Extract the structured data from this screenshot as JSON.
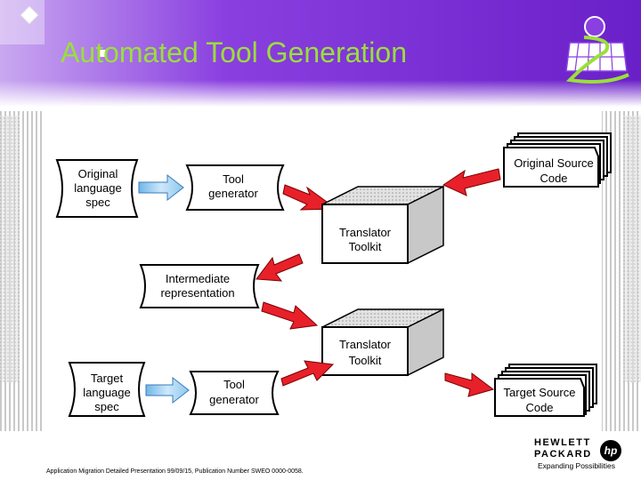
{
  "slide": {
    "title": "Automated Tool Generation",
    "footer": "Application Migration Detailed Presentation 99/09/15, Publication Number SWEO 0000-0058.",
    "logo_text_1": "HEWLETT",
    "logo_text_2": "PACKARD",
    "logo_tagline": "Expanding Possibilities",
    "logo_icon": "hp-logo-icon",
    "corner_icon": "globe-grid-icon"
  },
  "diagram": {
    "original_spec": [
      "Original",
      "language",
      "spec"
    ],
    "tool_gen_top": [
      "Tool",
      "generator"
    ],
    "orig_source": [
      "Original Source",
      "Code"
    ],
    "translator_top": [
      "Translator",
      "Toolkit"
    ],
    "intermediate": [
      "Intermediate",
      "representation"
    ],
    "translator_bottom": [
      "Translator",
      "Toolkit"
    ],
    "target_spec": [
      "Target",
      "language",
      "spec"
    ],
    "tool_gen_bottom": [
      "Tool",
      "generator"
    ],
    "target_source": [
      "Target Source",
      "Code"
    ]
  },
  "colors": {
    "header_purple": "#7b2fd0",
    "title_green": "#9adf3a",
    "arrow_blue": "#8ec8ee",
    "arrow_red": "#e8202a",
    "cube_side": "#c8c8c8"
  }
}
